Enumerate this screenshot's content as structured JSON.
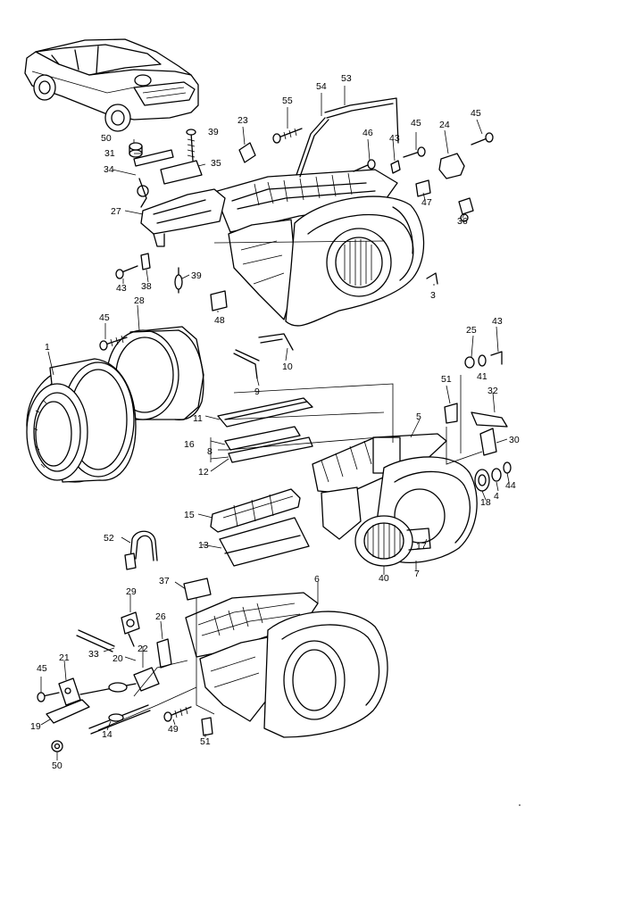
{
  "callouts": [
    {
      "id": "53",
      "text": "53"
    },
    {
      "id": "54",
      "text": "54"
    },
    {
      "id": "55",
      "text": "55"
    },
    {
      "id": "45a",
      "text": "45"
    },
    {
      "id": "45b",
      "text": "45"
    },
    {
      "id": "24",
      "text": "24"
    },
    {
      "id": "23",
      "text": "23"
    },
    {
      "id": "46",
      "text": "46"
    },
    {
      "id": "43a",
      "text": "43"
    },
    {
      "id": "39a",
      "text": "39"
    },
    {
      "id": "50a",
      "text": "50"
    },
    {
      "id": "31",
      "text": "31"
    },
    {
      "id": "35",
      "text": "35"
    },
    {
      "id": "34",
      "text": "34"
    },
    {
      "id": "27",
      "text": "27"
    },
    {
      "id": "47",
      "text": "47"
    },
    {
      "id": "36",
      "text": "36"
    },
    {
      "id": "43b",
      "text": "43"
    },
    {
      "id": "38",
      "text": "38"
    },
    {
      "id": "39b",
      "text": "39"
    },
    {
      "id": "3",
      "text": "3"
    },
    {
      "id": "28",
      "text": "28"
    },
    {
      "id": "48",
      "text": "48"
    },
    {
      "id": "45c",
      "text": "45"
    },
    {
      "id": "1",
      "text": "1"
    },
    {
      "id": "10",
      "text": "10"
    },
    {
      "id": "9",
      "text": "9"
    },
    {
      "id": "25",
      "text": "25"
    },
    {
      "id": "43c",
      "text": "43"
    },
    {
      "id": "41",
      "text": "41"
    },
    {
      "id": "51a",
      "text": "51"
    },
    {
      "id": "32",
      "text": "32"
    },
    {
      "id": "11",
      "text": "11"
    },
    {
      "id": "5",
      "text": "5"
    },
    {
      "id": "30",
      "text": "30"
    },
    {
      "id": "16",
      "text": "16"
    },
    {
      "id": "8",
      "text": "8"
    },
    {
      "id": "12",
      "text": "12"
    },
    {
      "id": "4",
      "text": "4"
    },
    {
      "id": "44",
      "text": "44"
    },
    {
      "id": "18",
      "text": "18"
    },
    {
      "id": "15",
      "text": "15"
    },
    {
      "id": "17",
      "text": "17"
    },
    {
      "id": "13",
      "text": "13"
    },
    {
      "id": "40",
      "text": "40"
    },
    {
      "id": "7",
      "text": "7"
    },
    {
      "id": "52",
      "text": "52"
    },
    {
      "id": "37",
      "text": "37"
    },
    {
      "id": "6",
      "text": "6"
    },
    {
      "id": "29",
      "text": "29"
    },
    {
      "id": "26",
      "text": "26"
    },
    {
      "id": "33",
      "text": "33"
    },
    {
      "id": "20",
      "text": "20"
    },
    {
      "id": "22",
      "text": "22"
    },
    {
      "id": "21",
      "text": "21"
    },
    {
      "id": "45d",
      "text": "45"
    },
    {
      "id": "19",
      "text": "19"
    },
    {
      "id": "14",
      "text": "14"
    },
    {
      "id": "49",
      "text": "49"
    },
    {
      "id": "51b",
      "text": "51"
    },
    {
      "id": "50b",
      "text": "50"
    }
  ]
}
